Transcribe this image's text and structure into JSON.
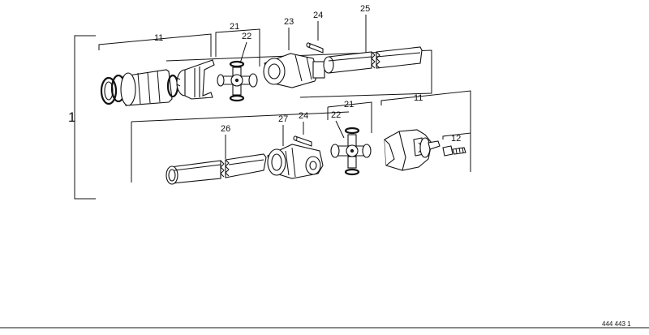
{
  "diagram": {
    "assembly_label": "1",
    "reference_code": "444 443 1",
    "upper_row_labels": {
      "yoke_assembly": "11",
      "cross_journal": "21",
      "cross_bearing": "22",
      "yoke_23": "23",
      "pin_upper": "24",
      "tube_25": "25"
    },
    "lower_row_labels": {
      "tube_26": "26",
      "yoke_27": "27",
      "pin_lower": "24",
      "cross_journal": "21",
      "cross_bearing": "22",
      "yoke_assembly": "11",
      "bolt_12": "12"
    }
  }
}
